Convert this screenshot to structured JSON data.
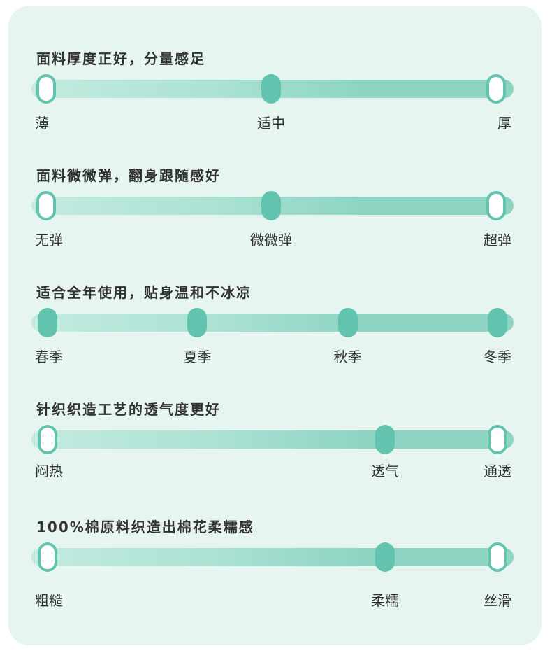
{
  "colors": {
    "card": "#e7f5f1",
    "accent": "#62c4af",
    "text": "#333333"
  },
  "scales": [
    {
      "title": "面料厚度正好，分量感足",
      "points": [
        {
          "label": "薄",
          "position": 0,
          "selected": false
        },
        {
          "label": "适中",
          "position": 0.5,
          "selected": true
        },
        {
          "label": "厚",
          "position": 1,
          "selected": false
        }
      ]
    },
    {
      "title": "面料微微弹，翻身跟随感好",
      "points": [
        {
          "label": "无弹",
          "position": 0,
          "selected": false
        },
        {
          "label": "微微弹",
          "position": 0.5,
          "selected": true
        },
        {
          "label": "超弹",
          "position": 1,
          "selected": false
        }
      ]
    },
    {
      "title": "适合全年使用，贴身温和不冰凉",
      "points": [
        {
          "label": "春季",
          "position": 0,
          "selected": true
        },
        {
          "label": "夏季",
          "position": 0.333,
          "selected": true
        },
        {
          "label": "秋季",
          "position": 0.667,
          "selected": true
        },
        {
          "label": "冬季",
          "position": 1,
          "selected": true
        }
      ]
    },
    {
      "title": "针织织造工艺的透气度更好",
      "points": [
        {
          "label": "闷热",
          "position": 0,
          "selected": false
        },
        {
          "label": "透气",
          "position": 0.75,
          "selected": true
        },
        {
          "label": "通透",
          "position": 1,
          "selected": false
        }
      ]
    },
    {
      "title": "100%棉原料织造出棉花柔糯感",
      "points": [
        {
          "label": "粗糙",
          "position": 0,
          "selected": false
        },
        {
          "label": "柔糯",
          "position": 0.75,
          "selected": true
        },
        {
          "label": "丝滑",
          "position": 1,
          "selected": false
        }
      ]
    }
  ]
}
